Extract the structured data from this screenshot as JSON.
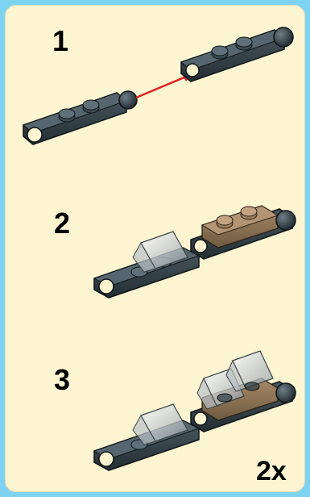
{
  "steps": [
    {
      "number": "1"
    },
    {
      "number": "2"
    },
    {
      "number": "3"
    }
  ],
  "multiplier": "2x",
  "colors": {
    "frame": "#7fd3f2",
    "panel": "#fdf5d2",
    "plate_dark": "#2f3d45",
    "plate_tan": "#8b7355",
    "arrow": "#e02020",
    "transparent_slope": "#cfd6da"
  }
}
